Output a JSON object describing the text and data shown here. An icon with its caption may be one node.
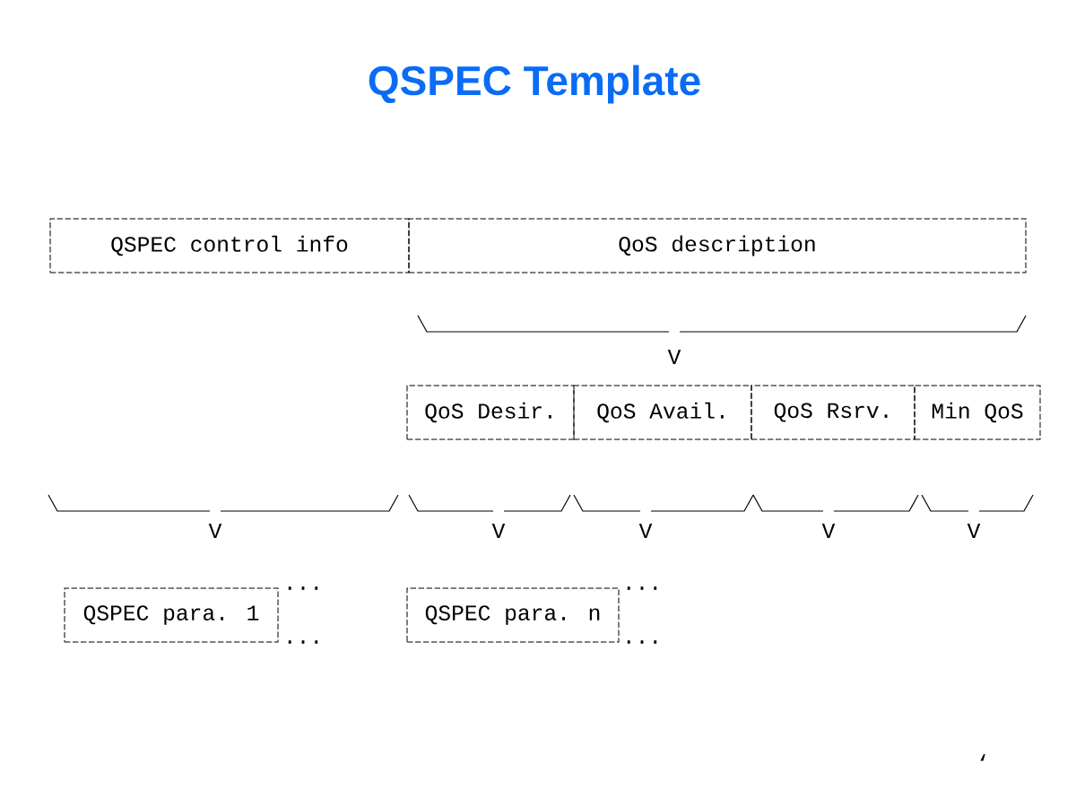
{
  "diagram": {
    "title": "QSPEC Template",
    "nodes": [
      {
        "text": [
          "QSPEC control info"
        ]
      },
      {
        "text": [
          "QoS description"
        ]
      },
      {
        "text": [
          "QoS Desir."
        ]
      },
      {
        "text": [
          "QoS Avail."
        ]
      },
      {
        "text": [
          "QoS Rsrv."
        ]
      },
      {
        "text": [
          "Min QoS"
        ]
      },
      {
        "text": [
          "QSPEC para. 1"
        ]
      },
      {
        "text": [
          "QSPEC para. n"
        ]
      }
    ],
    "labels": [
      "V",
      "V",
      "V",
      "V",
      "V",
      "V",
      "...",
      "...",
      "...",
      "...",
      "‘"
    ]
  }
}
